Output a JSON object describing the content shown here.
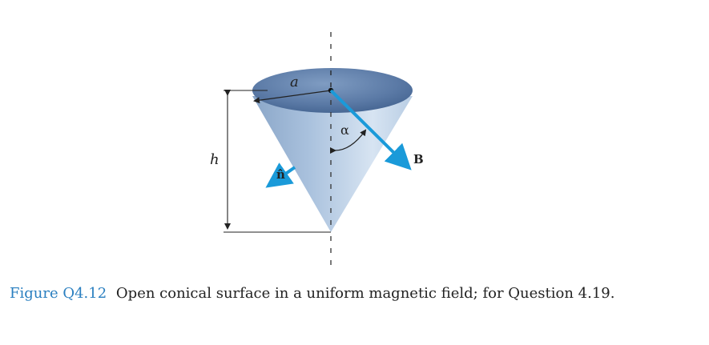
{
  "figure": {
    "labels": {
      "radius": "a",
      "height": "h",
      "angle": "α",
      "field": "B",
      "normal": "n̂"
    }
  },
  "caption": {
    "label": "Figure Q4.12",
    "text": "Open conical surface in a uniform magnetic field; for Question 4.19."
  },
  "colors": {
    "arrow": "#1a9ad9",
    "caption_label": "#2a7fc0",
    "cone_light": "#dde8f4",
    "cone_dark": "#4e6f9b"
  }
}
